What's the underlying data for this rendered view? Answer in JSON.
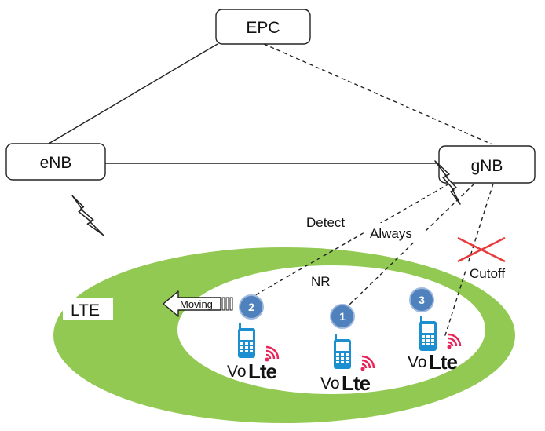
{
  "nodes": {
    "epc": "EPC",
    "enb": "eNB",
    "gnb": "gNB"
  },
  "areas": {
    "lte": "LTE",
    "nr": "NR"
  },
  "labels": {
    "detect": "Detect",
    "always": "Always",
    "cutoff": "Cutoff",
    "moving": "Moving"
  },
  "devices": [
    {
      "number": "2",
      "vo": "Vo",
      "lte": "Lte"
    },
    {
      "number": "1",
      "vo": "Vo",
      "lte": "Lte"
    },
    {
      "number": "3",
      "vo": "Vo",
      "lte": "Lte"
    }
  ],
  "colors": {
    "lte_area": "#92c952",
    "nr_area": "#ffffff",
    "badge": "#4f81bd",
    "phone": "#1b8fd0",
    "signal": "#e8265a",
    "cutoff_x": "#e83a3a"
  }
}
